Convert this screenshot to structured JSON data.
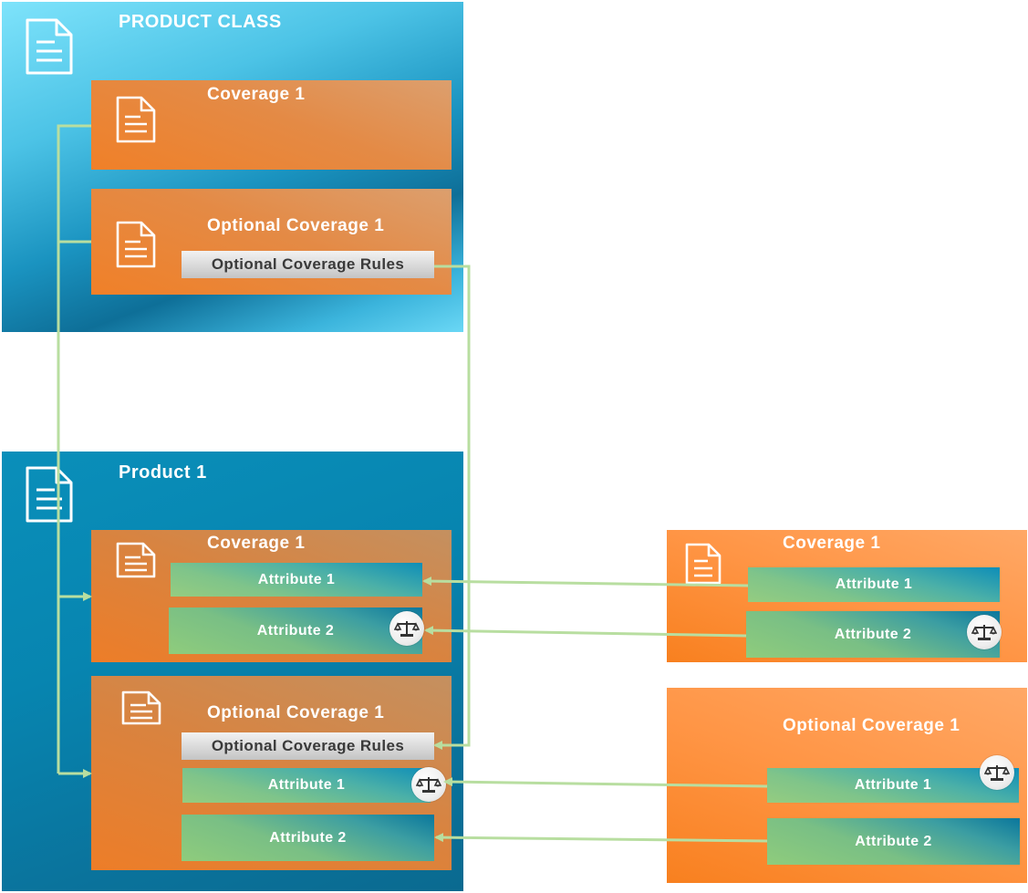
{
  "product_class": {
    "title": "PRODUCT CLASS",
    "coverage": {
      "title": "Coverage 1"
    },
    "optional_coverage": {
      "title": "Optional Coverage 1",
      "rules": "Optional Coverage Rules"
    }
  },
  "product": {
    "title": "Product 1",
    "coverage": {
      "title": "Coverage 1",
      "attributes": [
        "Attribute 1",
        "Attribute 2"
      ]
    },
    "optional_coverage": {
      "title": "Optional Coverage 1",
      "rules": "Optional Coverage Rules",
      "attributes": [
        "Attribute 1",
        "Attribute 2"
      ]
    }
  },
  "external_coverage": {
    "title": "Coverage 1",
    "attributes": [
      "Attribute 1",
      "Attribute 2"
    ]
  },
  "external_optional_coverage": {
    "title": "Optional Coverage 1",
    "attributes": [
      "Attribute 1",
      "Attribute 2"
    ]
  },
  "colors": {
    "connector": "#b8dea0",
    "coverage_orange": "#f08028",
    "class_blue": "#4cc3e6",
    "product_blue": "#0785b0"
  },
  "icons": {
    "document": "document-icon",
    "rule": "scale-icon"
  }
}
